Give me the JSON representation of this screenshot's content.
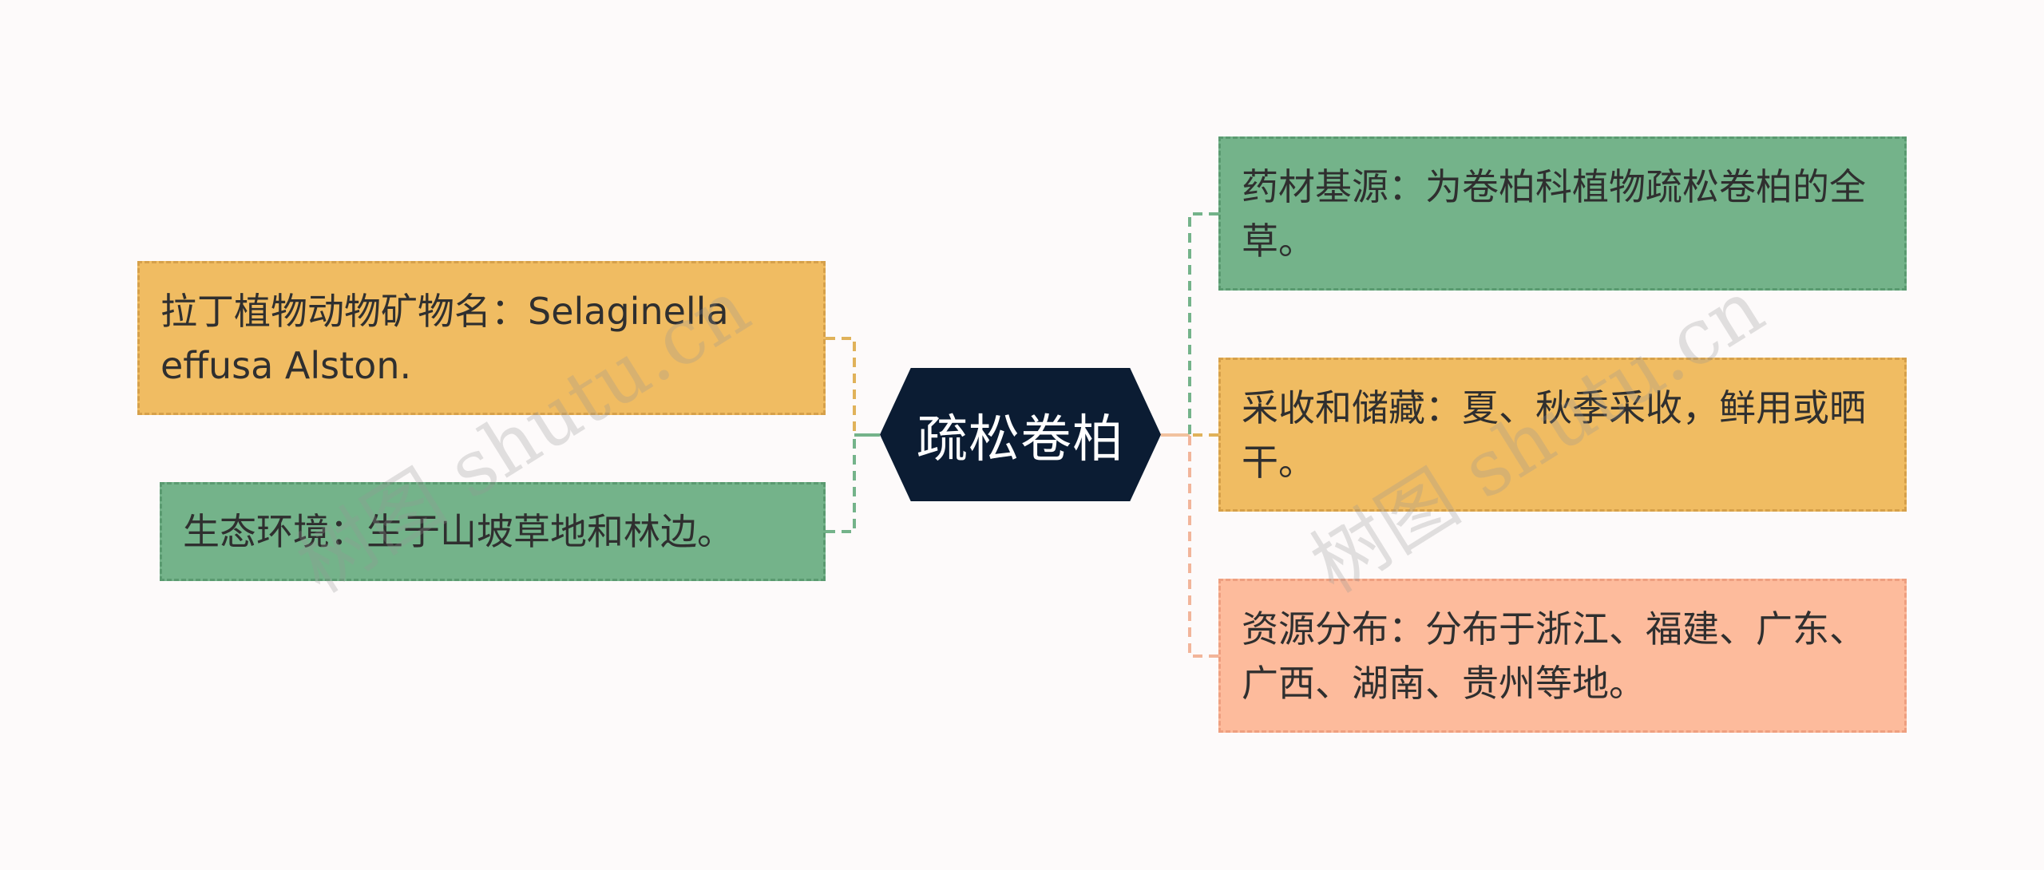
{
  "center": {
    "title": "疏松卷柏"
  },
  "left_nodes": [
    {
      "text": "拉丁植物动物矿物名：Selaginella effusa Alston."
    },
    {
      "text": "生态环境：生于山坡草地和林边。"
    }
  ],
  "right_nodes": [
    {
      "text": "药材基源：为卷柏科植物疏松卷柏的全草。"
    },
    {
      "text": "采收和储藏：夏、秋季采收，鲜用或晒干。"
    },
    {
      "text": "资源分布：分布于浙江、福建、广东、广西、湖南、贵州等地。"
    }
  ],
  "watermark": {
    "text": "树图 shutu.cn"
  },
  "colors": {
    "background": "#fdfafa",
    "center": "#0b1c33",
    "green": "#74b38a",
    "yellow": "#f0bc62",
    "salmon": "#fdbb9c"
  }
}
